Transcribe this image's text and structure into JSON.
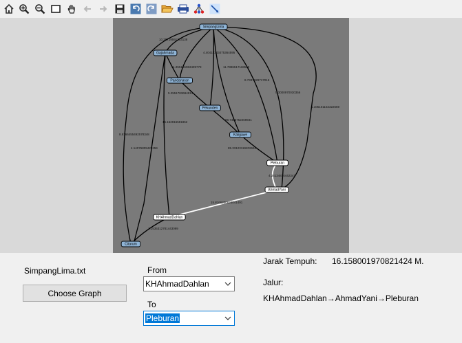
{
  "toolbar": {
    "icons": [
      "home-icon",
      "zoom-in-icon",
      "zoom-out-icon",
      "fit-icon",
      "pan-icon",
      "back-icon",
      "forward-icon",
      "save-icon",
      "undo-icon",
      "redo-icon",
      "open-icon",
      "print-icon",
      "graph-layout-icon",
      "select-icon"
    ]
  },
  "graph": {
    "nodes": [
      {
        "id": "n0",
        "label": "SimpangLima"
      },
      {
        "id": "n1",
        "label": "Gajahmada"
      },
      {
        "id": "n2",
        "label": "Pandanaran"
      },
      {
        "id": "n3",
        "label": "Pekunden"
      },
      {
        "id": "n4",
        "label": "Kaligawe"
      },
      {
        "id": "n5",
        "label": "Pleburan"
      },
      {
        "id": "n6",
        "label": "AhmadYani"
      },
      {
        "id": "n7",
        "label": "KHAhmadDahlan"
      },
      {
        "id": "n8",
        "label": "Citarum"
      }
    ],
    "edges": [
      {
        "id": "e0",
        "from": "n0",
        "to": "n1",
        "label": "10.38719591203138"
      },
      {
        "id": "e1",
        "from": "n0",
        "to": "n2",
        "label": "11.355166063499779"
      },
      {
        "id": "e2",
        "from": "n0",
        "to": "n3",
        "label": "4.40418343475364595"
      },
      {
        "id": "e3",
        "from": "n0",
        "to": "n4",
        "label": "11.7886517118519"
      },
      {
        "id": "e4",
        "from": "n0",
        "to": "n5",
        "label": "8.7337929717016"
      },
      {
        "id": "e5",
        "from": "n0",
        "to": "n6",
        "label": "5.3000970030356"
      },
      {
        "id": "e6",
        "from": "n0",
        "to": "n7",
        "label": "1.105101152322659"
      },
      {
        "id": "e7",
        "from": "n0",
        "to": "n8",
        "label": "8.8166455492578348"
      },
      {
        "id": "e8",
        "from": "n1",
        "to": "n2",
        "label": ""
      },
      {
        "id": "e9",
        "from": "n1",
        "to": "n8",
        "label": "4.14076809425259"
      },
      {
        "id": "e10",
        "from": "n1",
        "to": "n7",
        "label": "16.162916581852"
      },
      {
        "id": "e11",
        "from": "n2",
        "to": "n3",
        "label": "5.2551783694914"
      },
      {
        "id": "e12",
        "from": "n3",
        "to": "n4",
        "label": "88.7456752269941"
      },
      {
        "id": "e13",
        "from": "n4",
        "to": "n5",
        "label": "85.33123119202634"
      },
      {
        "id": "e14",
        "from": "n5",
        "to": "n6",
        "label": "4.34134814442341"
      },
      {
        "id": "e15",
        "from": "n6",
        "to": "n7",
        "label": "15.8166200624041491"
      },
      {
        "id": "e16",
        "from": "n7",
        "to": "n8",
        "label": "1.1535312781443099"
      }
    ],
    "path_edges": [
      "e14",
      "e15"
    ]
  },
  "file_label": "SimpangLima.txt",
  "choose_button": "Choose Graph",
  "from_label": "From",
  "from_value": "KHAhmadDahlan",
  "to_label": "To",
  "to_value": "Pleburan",
  "jarak_label": "Jarak Tempuh:",
  "jarak_value": "16.158001970821424 M.",
  "jalur_label": "Jalur:",
  "jalur_value": "KHAhmadDahlan→AhmadYani→Pleburan"
}
